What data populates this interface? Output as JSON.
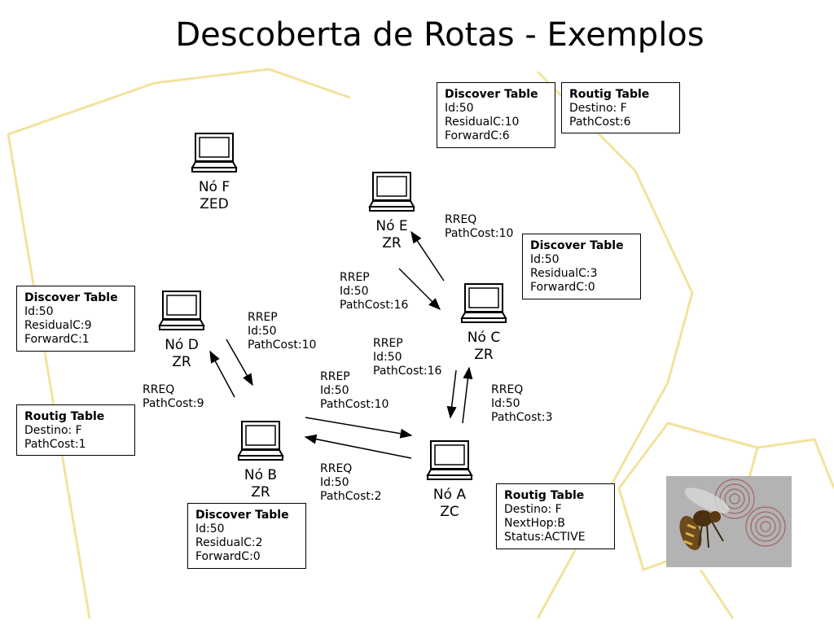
{
  "title": "Descoberta de Rotas - Exemplos",
  "nodes": {
    "f": {
      "name": "Nó F",
      "role": "ZED"
    },
    "e": {
      "name": "Nó E",
      "role": "ZR"
    },
    "c": {
      "name": "Nó C",
      "role": "ZR"
    },
    "d": {
      "name": "Nó D",
      "role": "ZR"
    },
    "b": {
      "name": "Nó B",
      "role": "ZR"
    },
    "a": {
      "name": "Nó A",
      "role": "ZC"
    }
  },
  "tables": {
    "top_discover": {
      "header": "Discover Table",
      "lines": [
        "Id:50",
        "ResidualC:10",
        "ForwardC:6"
      ]
    },
    "top_routing": {
      "header": "Routig Table",
      "lines": [
        "Destino: F",
        "PathCost:6"
      ]
    },
    "c_discover": {
      "header": "Discover Table",
      "lines": [
        "Id:50",
        "ResidualC:3",
        "ForwardC:0"
      ]
    },
    "d_discover": {
      "header": "Discover Table",
      "lines": [
        "Id:50",
        "ResidualC:9",
        "ForwardC:1"
      ]
    },
    "d_routing": {
      "header": "Routig Table",
      "lines": [
        "Destino: F",
        "PathCost:1"
      ]
    },
    "b_discover": {
      "header": "Discover Table",
      "lines": [
        "Id:50",
        "ResidualC:2",
        "ForwardC:0"
      ]
    },
    "a_routing": {
      "header": "Routig Table",
      "lines": [
        "Destino: F",
        "NextHop:B",
        "Status:ACTIVE"
      ]
    }
  },
  "messages": {
    "c_to_e_rreq": [
      "RREQ",
      "PathCost:10"
    ],
    "e_to_c_rrep": [
      "RREP",
      "Id:50",
      "PathCost:16"
    ],
    "d_to_b_rrep": [
      "RREP",
      "Id:50",
      "PathCost:10"
    ],
    "c_to_a_rrep": [
      "RREP",
      "Id:50",
      "PathCost:16"
    ],
    "b_to_a_rrep": [
      "RREP",
      "Id:50",
      "PathCost:10"
    ],
    "a_to_c_rreq": [
      "RREQ",
      "Id:50",
      "PathCost:3"
    ],
    "b_to_d_rreq": [
      "RREQ",
      "PathCost:9"
    ],
    "a_to_b_rreq": [
      "RREQ",
      "Id:50",
      "PathCost:2"
    ]
  },
  "colors": {
    "hex_outline": "#f2dd8c",
    "ink": "#000000",
    "photo_bg": "#b3b3b3",
    "ring": "#a04040"
  },
  "icons": {
    "node": "laptop-icon",
    "photo": "wasp-photo"
  }
}
